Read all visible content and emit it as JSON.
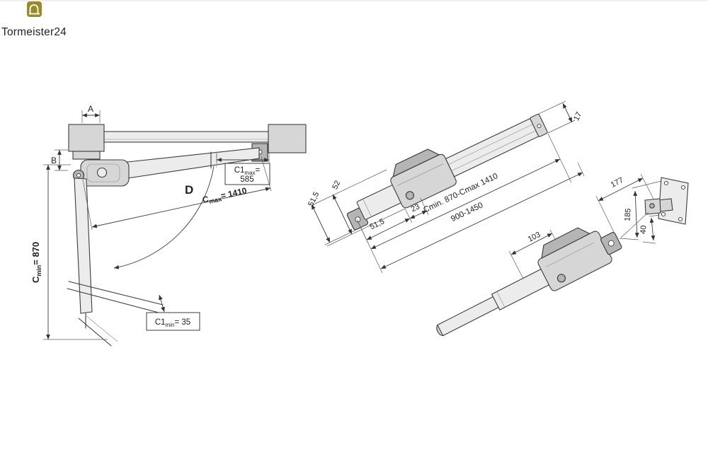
{
  "logo": {
    "brand": "Tormeister24"
  },
  "colors": {
    "logo_icon": "#98892c",
    "brand_text": "#4b4b4b",
    "line": "#3c3c3c"
  },
  "front_view": {
    "dim_a": "A",
    "dim_b": "B",
    "swing_angle": "D",
    "c1max": {
      "name": "C1",
      "sub": "max",
      "eq": "=",
      "value": "585"
    },
    "cmax": {
      "name": "C",
      "sub": "max",
      "value": "= 1410"
    },
    "cmin": {
      "name": "C",
      "sub": "min",
      "value": "= 870"
    },
    "c1min": {
      "name": "C1",
      "sub": "min",
      "value": "= 35"
    }
  },
  "iso_view": {
    "dim_17": "17",
    "dim_52": "52",
    "dim_51_5_front": "51,5",
    "dim_51_5_side": "51,5",
    "dim_23": "23",
    "stroke_range": "Cmin. 870-Cmax 1410",
    "mount_range": "900-1450",
    "dim_177": "177",
    "dim_185": "185",
    "dim_103": "103",
    "dim_40": "40"
  }
}
